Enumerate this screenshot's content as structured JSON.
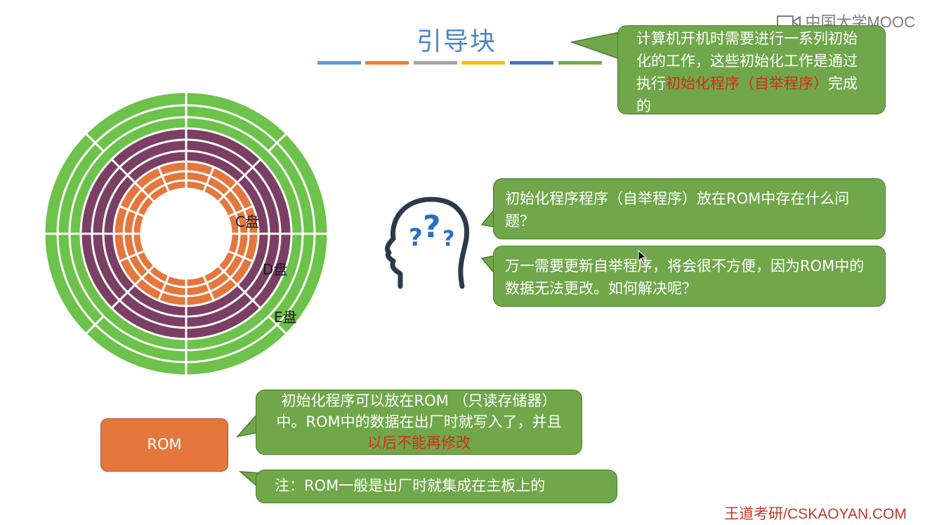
{
  "header": {
    "title": "引导块",
    "watermark": "中国大学MOOC",
    "bar_colors": [
      "#5b9bd5",
      "#ed7d31",
      "#a5a5a5",
      "#ffc000",
      "#4472c4",
      "#70ad47"
    ]
  },
  "disk": {
    "labels": {
      "c": "C盘",
      "d": "D盘",
      "e": "E盘"
    },
    "colors": {
      "outer": "#6cc24a",
      "middle": "#7a3f63",
      "inner": "#e5773d",
      "line": "#ffffff"
    }
  },
  "callout_top": {
    "part1": "计算机开机时需要进行一系列初始化的工作，这些初始化工作是通过执行",
    "highlight": "初始化程序（自举程序）",
    "part2": "完成的"
  },
  "question": {
    "q1": "初始化程序程序（自举程序）放在ROM中存在什么问题？",
    "q2": "万一需要更新自举程序，将会很不方便，因为ROM中的数据无法更改。如何解决呢？"
  },
  "rom": {
    "label": "ROM",
    "callout_part1": "初始化程序可以放在ROM （只读存储器）中。ROM中的数据在出厂时就写入了，并且",
    "callout_highlight": "以后不能再修改",
    "note": "注：ROM一般是出厂时就集成在主板上的"
  },
  "footer": "王道考研/CSKAOYAN.COM",
  "colors": {
    "bubble": "#70a74a",
    "rom_box": "#e5773d",
    "highlight": "#d62b1f"
  }
}
